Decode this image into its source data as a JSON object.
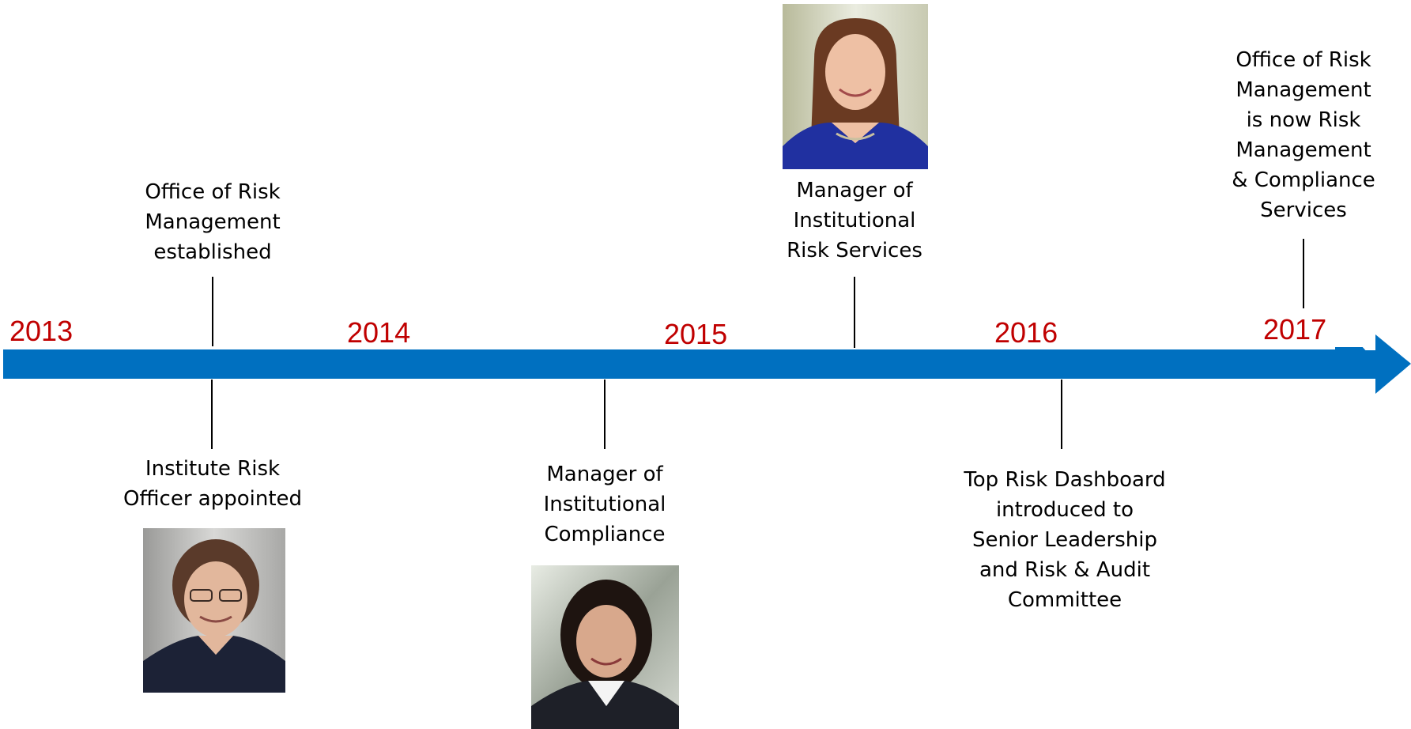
{
  "colors": {
    "axis": "#0070c0",
    "year_text": "#c00000",
    "tick": "#000000"
  },
  "years": [
    "2013",
    "2014",
    "2015",
    "2016",
    "2017"
  ],
  "events": {
    "orm_established": [
      "Office of Risk",
      "Management",
      "established"
    ],
    "iro_appointed": [
      "Institute Risk",
      "Officer appointed"
    ],
    "mgr_compliance": [
      "Manager of",
      "Institutional",
      "Compliance"
    ],
    "mgr_risk_services": [
      "Manager of",
      "Institutional",
      "Risk Services"
    ],
    "dashboard": [
      "Top Risk Dashboard",
      "introduced to",
      "Senior Leadership",
      "and Risk & Audit",
      "Committee"
    ],
    "rename": [
      "Office of Risk",
      "Management",
      "is now Risk",
      "Management",
      "& Compliance",
      "Services"
    ]
  }
}
